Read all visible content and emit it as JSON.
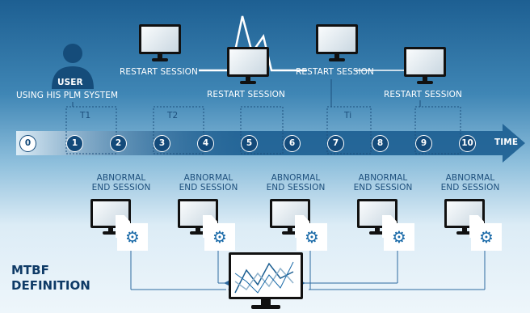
{
  "user": {
    "badge": "USER",
    "caption": "USING HIS PLM SYSTEM"
  },
  "restart_label": "RESTART SESSION",
  "abnormal_label": [
    "ABNORMAL",
    "END SESSION"
  ],
  "intervals": [
    "T1",
    "T2",
    "Ti"
  ],
  "timeline": {
    "points": [
      "0",
      "1",
      "2",
      "3",
      "4",
      "5",
      "6",
      "7",
      "8",
      "9",
      "10"
    ],
    "axis_label": "TIME"
  },
  "title": [
    "MTBF",
    "DEFINITION"
  ],
  "icons": {
    "user": "user-icon",
    "monitor": "monitor-icon",
    "gear": "gear-icon",
    "chart": "line-chart-icon"
  },
  "colors": {
    "dark_blue": "#134a7a",
    "arrow": "#1d5f92",
    "accent": "#1a6aa8"
  }
}
